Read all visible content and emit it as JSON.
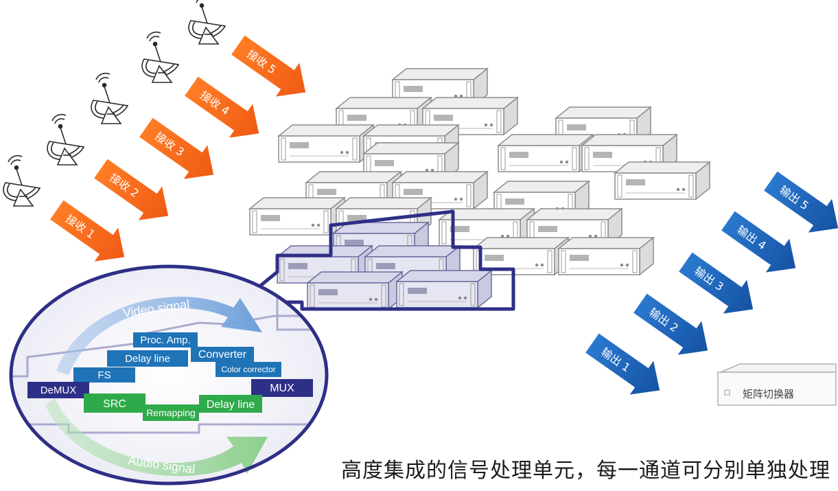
{
  "receive_labels": [
    "接收 1",
    "接收 2",
    "接收 3",
    "接收 4",
    "接收 5"
  ],
  "output_labels": [
    "输出 1",
    "输出 2",
    "输出 3",
    "输出 4",
    "输出 5"
  ],
  "modules": {
    "demux": "DeMUX",
    "fs": "FS",
    "delay_line_video": "Delay line",
    "proc_amp": "Proc. Amp.",
    "converter": "Converter",
    "color_corrector": "Color corrector",
    "mux": "MUX",
    "src": "SRC",
    "remapping": "Remapping",
    "delay_line_audio": "Delay line"
  },
  "signals": {
    "video": "Video signal",
    "audio": "Audio signal"
  },
  "matrix_switcher_label": "矩阵切换器",
  "caption": "高度集成的信号处理单元，每一通道可分别单独处理",
  "colors": {
    "receive_arrow": "#f26e1e",
    "output_arrow": "#1b63b8",
    "module_blue": "#1f73b7",
    "module_navy": "#2e2f86",
    "module_green": "#2faa4a",
    "ellipse_border": "#2e2f86"
  }
}
